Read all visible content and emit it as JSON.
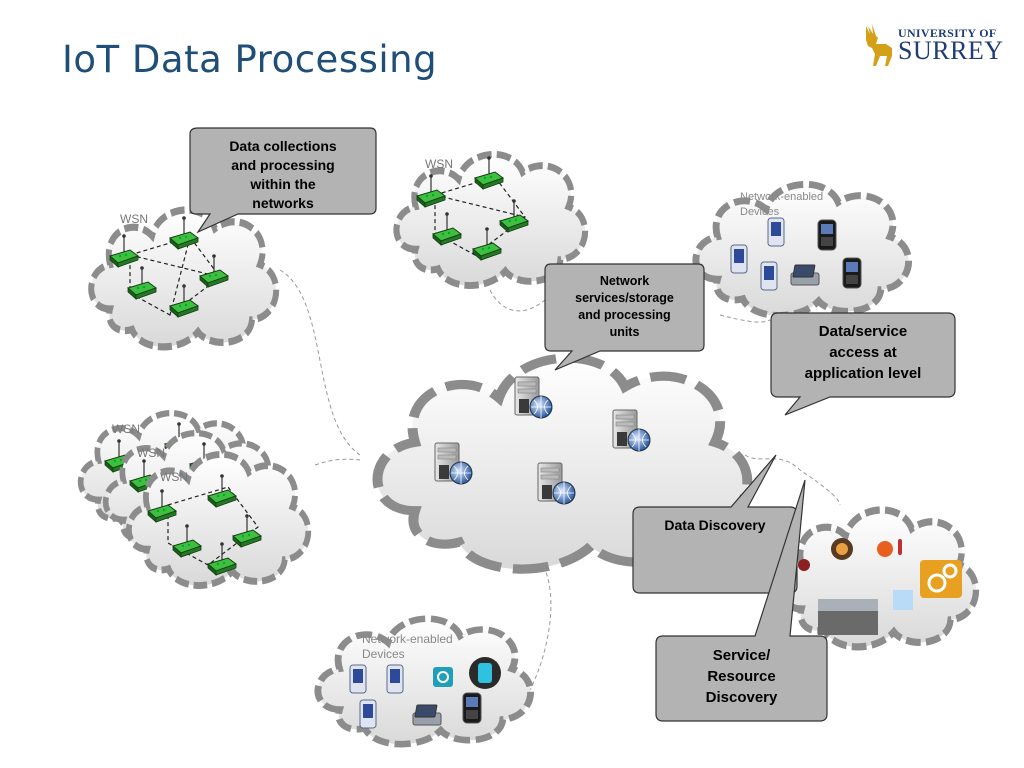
{
  "slide": {
    "title": "IoT Data Processing",
    "logo": {
      "line1": "UNIVERSITY OF",
      "line2": "SURREY"
    }
  },
  "clouds": {
    "wsn_top_left": "WSN",
    "wsn_top_center": "WSN",
    "wsn_stack_1": "WSN",
    "wsn_stack_2": "WSN",
    "wsn_stack_3": "WSN",
    "devices_top_right": [
      "Network-enabled",
      "Devices"
    ],
    "devices_bottom": [
      "Network-enabled",
      "Devices"
    ]
  },
  "callouts": {
    "data_collections": [
      "Data collections",
      "and processing",
      "within the",
      "networks"
    ],
    "network_services": [
      "Network",
      "services/storage",
      "and processing",
      "units"
    ],
    "data_service_access": [
      "Data/service",
      "access at",
      "application level"
    ],
    "data_discovery": [
      "Data Discovery"
    ],
    "service_discovery": [
      "Service/",
      "Resource",
      "Discovery"
    ]
  },
  "colors": {
    "title": "#1f4e79",
    "callout_fill": "#b3b3b3",
    "cloud_fill": "#eeeeee",
    "cloud_border": "#8c8c8c",
    "sensor_green": "#2e9a2e"
  }
}
